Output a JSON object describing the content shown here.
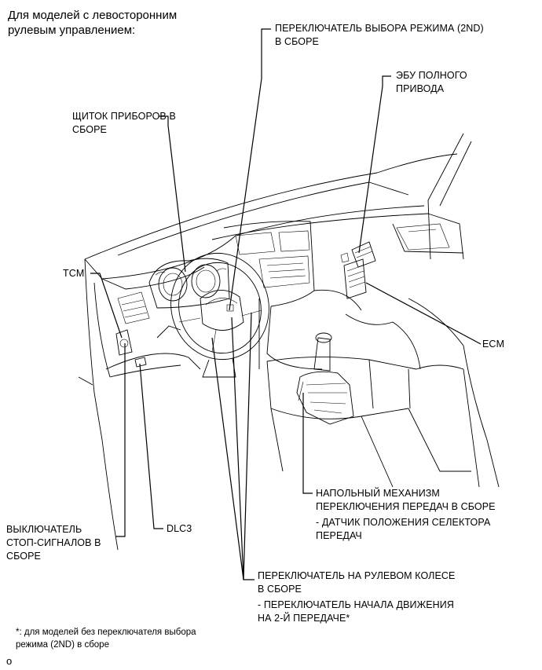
{
  "header": {
    "title": "Для моделей с левосторонним\nрулевым управлением:"
  },
  "labels": {
    "mode_switch": "ПЕРЕКЛЮЧАТЕЛЬ ВЫБОРА РЕЖИМА (2ND)\nВ СБОРЕ",
    "awd_ecu": "ЭБУ ПОЛНОГО\nПРИВОДА",
    "instrument_panel": "ЩИТОК ПРИБОРОВ В\nСБОРЕ",
    "tcm": "TCM",
    "ecm": "ECM",
    "floor_shift_title": "НАПОЛЬНЫЙ МЕХАНИЗМ\nПЕРЕКЛЮЧЕНИЯ ПЕРЕДАЧ В СБОРЕ",
    "floor_shift_sub": "- ДАТЧИК ПОЛОЖЕНИЯ СЕЛЕКТОРА\nПЕРЕДАЧ",
    "stop_lamp_switch": "ВЫКЛЮЧАТЕЛЬ\nСТОП-СИГНАЛОВ В\nСБОРЕ",
    "dlc3": "DLC3",
    "steering_switch_title": "ПЕРЕКЛЮЧАТЕЛЬ НА РУЛЕВОМ КОЛЕСЕ\nВ СБОРЕ",
    "steering_switch_sub": "- ПЕРЕКЛЮЧАТЕЛЬ НАЧАЛА ДВИЖЕНИЯ\nНА 2-Й ПЕРЕДАЧЕ*"
  },
  "footnote": "*: для моделей без переключателя выбора\nрежима (2ND) в сборе",
  "figure_code": "o"
}
